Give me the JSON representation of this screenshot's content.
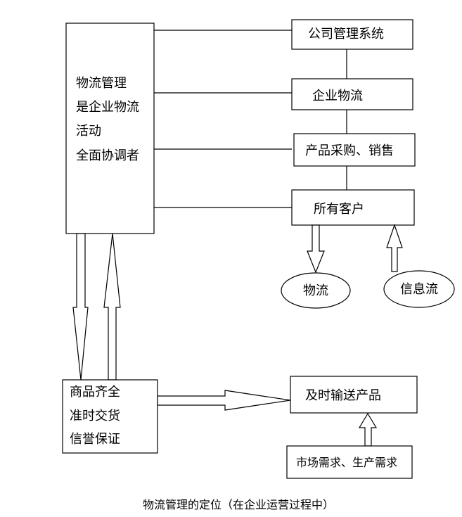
{
  "diagram": {
    "left_box_lines": [
      "物流管理",
      "是企业物流",
      "活动",
      "全面协调者"
    ],
    "right_boxes": [
      "公司管理系统",
      "企业物流",
      "产品采购、销售",
      "所有客户"
    ],
    "ellipses": [
      "物流",
      "信息流"
    ],
    "bottom_left_lines": [
      "商品齐全",
      "准时交货",
      "信誉保证"
    ],
    "bottom_right_box": "及时输送产品",
    "demand_box": "市场需求、生产需求",
    "caption": "物流管理的定位（在企业运营过程中）"
  }
}
